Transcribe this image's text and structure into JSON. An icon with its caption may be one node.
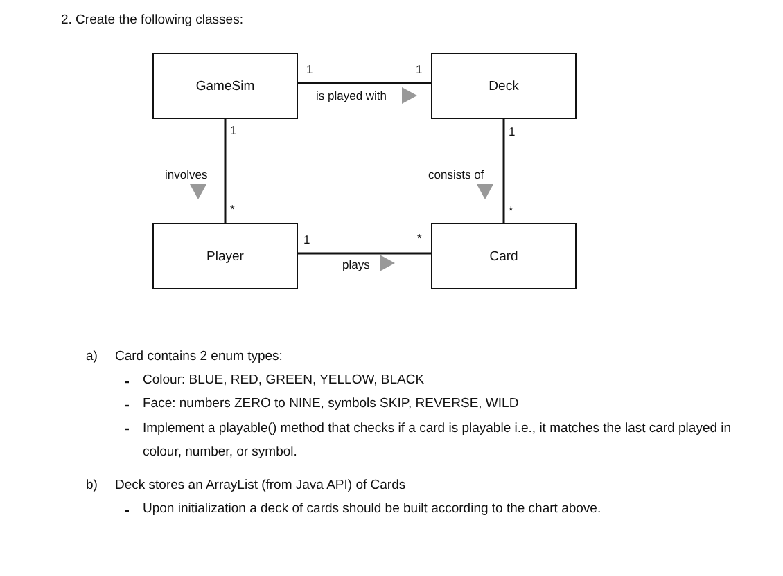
{
  "diagram": {
    "title": "2. Create the following classes:",
    "nodes": [
      {
        "text": [
          "GameSim"
        ]
      },
      {
        "text": [
          "Deck"
        ]
      },
      {
        "text": [
          "Player"
        ]
      },
      {
        "text": [
          "Card"
        ]
      }
    ],
    "edges": [
      {
        "from": 0,
        "to": 1,
        "arrow": "none",
        "label": "is played with"
      },
      {
        "from": 0,
        "to": 2,
        "arrow": "none",
        "label": "involves"
      },
      {
        "from": 1,
        "to": 3,
        "arrow": "none",
        "label": "consists of"
      },
      {
        "from": 2,
        "to": 3,
        "arrow": "none",
        "label": "plays"
      }
    ],
    "labels": [
      "1",
      "1",
      "1",
      "*",
      "1",
      "*",
      "1",
      "*",
      "a)",
      "Card contains 2 enum types:",
      "Colour: BLUE, RED, GREEN, YELLOW, BLACK",
      "Face: numbers ZERO to NINE, symbols SKIP, REVERSE, WILD",
      "Implement a playable() method that checks if a card is playable i.e., it matches the last card played in colour, number, or symbol.",
      "b)",
      "Deck stores an ArrayList (from Java API) of Cards",
      "Upon initialization a deck of cards should be built according to the chart above."
    ]
  }
}
